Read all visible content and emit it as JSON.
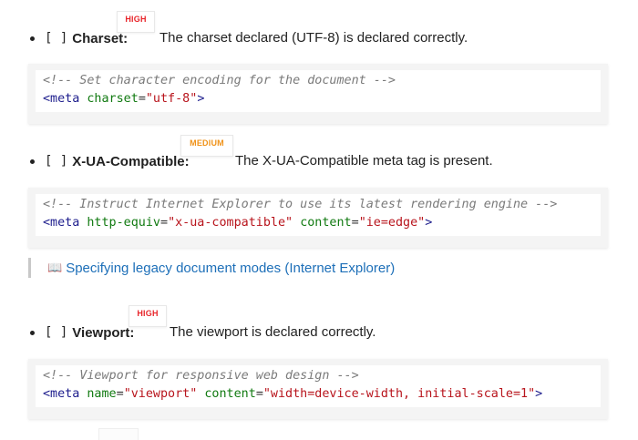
{
  "colors": {
    "high": "#e8262b",
    "medium": "#f09218",
    "link": "#1d6fb8",
    "code_tag": "#1c1c8c",
    "code_attr": "#117a11",
    "code_value": "#b8141c",
    "code_comment": "#7a7a7a"
  },
  "items": [
    {
      "checkbox": "[ ]",
      "label": "Charset:",
      "priority": "HIGH",
      "description": "The charset declared (UTF-8) is declared correctly.",
      "code": {
        "comment": "<!-- Set character encoding for the document -->",
        "tag_open": "<meta",
        "attr1_name": "charset",
        "attr1_value": "\"utf-8\"",
        "tag_close": ">"
      }
    },
    {
      "checkbox": "[ ]",
      "label": "X-UA-Compatible:",
      "priority": "MEDIUM",
      "description": "The X-UA-Compatible meta tag is present.",
      "code": {
        "comment": "<!-- Instruct Internet Explorer to use its latest rendering engine -->",
        "tag_open": "<meta",
        "attr1_name": "http-equiv",
        "attr1_value": "\"x-ua-compatible\"",
        "attr2_name": "content",
        "attr2_value": "\"ie=edge\"",
        "tag_close": ">"
      },
      "reference": {
        "icon": "book-icon",
        "text": "Specifying legacy document modes (Internet Explorer)"
      }
    },
    {
      "checkbox": "[ ]",
      "label": "Viewport:",
      "priority": "HIGH",
      "description": "The viewport is declared correctly.",
      "code": {
        "comment": "<!-- Viewport for responsive web design -->",
        "tag_open": "<meta",
        "attr1_name": "name",
        "attr1_value": "\"viewport\"",
        "attr2_name": "content",
        "attr2_value": "\"width=device-width, initial-scale=1\"",
        "tag_close": ">"
      }
    }
  ]
}
